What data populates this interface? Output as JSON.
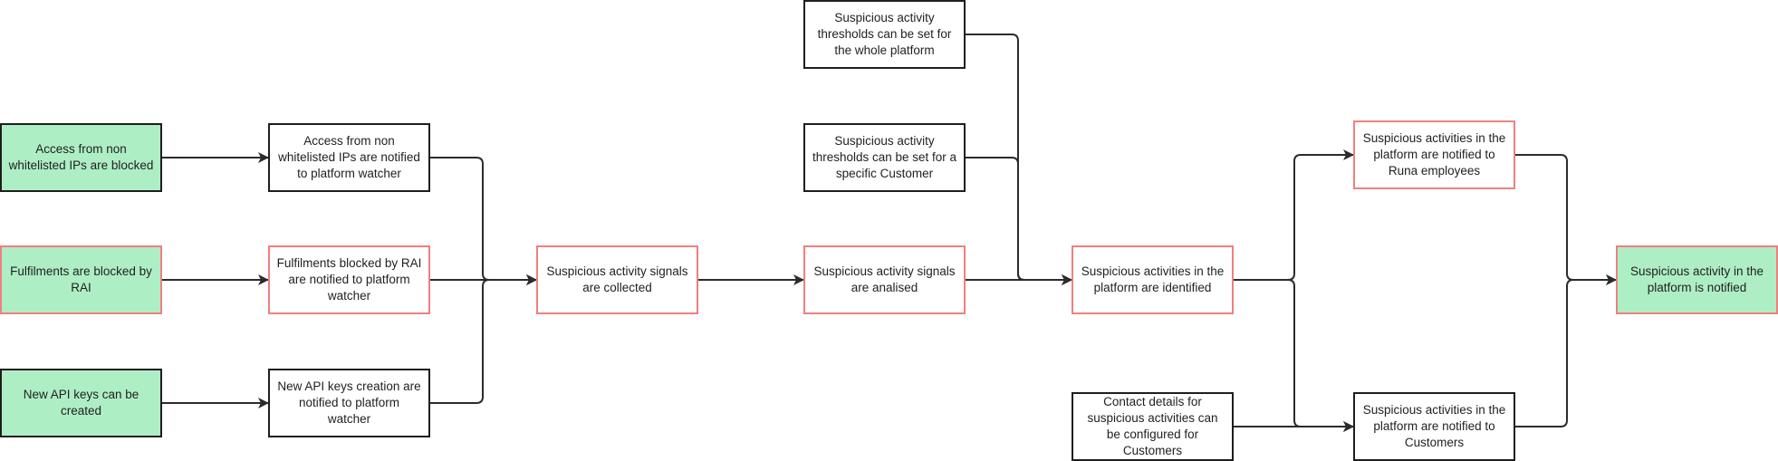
{
  "colors": {
    "outcome_fill": "#aeeec5",
    "feature_border": "#f07f7f",
    "default_border": "#1e1e1e",
    "edge": "#2b2b2b"
  },
  "nodes": {
    "access_blocked": "Access from non whitelisted IPs are blocked",
    "fulfilments_blocked": "Fulfilments are blocked by RAI",
    "api_keys_created": "New API keys can be created",
    "access_notified": "Access from non whitelisted IPs are notified to platform watcher",
    "fulfilments_notified": "Fulfilments blocked by RAI are notified to platform watcher",
    "api_keys_notified": "New API keys creation are notified to platform watcher",
    "signals_collected": "Suspicious activity signals are collected",
    "thresholds_platform": "Suspicious activity thresholds can be set for the whole platform",
    "thresholds_customer": "Suspicious activity thresholds can be set for a specific Customer",
    "signals_analised": "Suspicious activity signals are analised",
    "activities_identified": "Suspicious activities in the platform are identified",
    "contact_details": "Contact details for suspicious activities can be configured for Customers",
    "notified_employees": "Suspicious activities in the platform are notified to Runa employees",
    "notified_customers": "Suspicious activities in the platform are notified to Customers",
    "platform_notified": "Suspicious activity in the platform is notified"
  }
}
